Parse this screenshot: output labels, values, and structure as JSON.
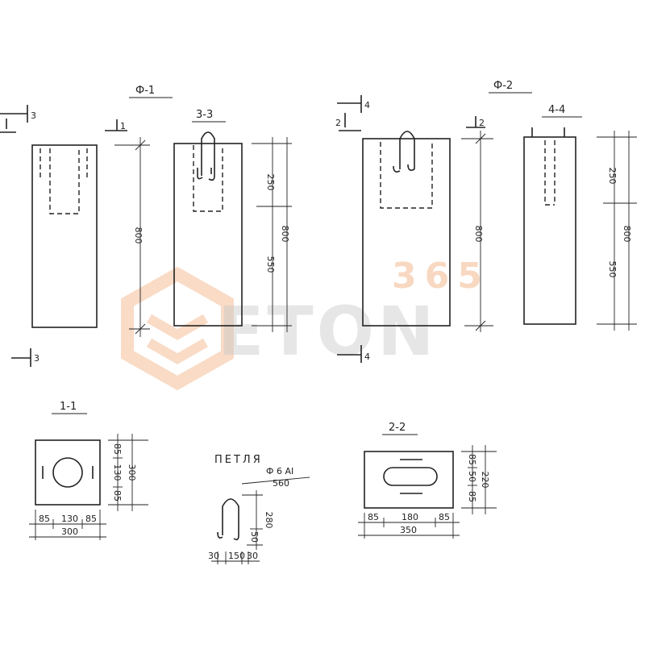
{
  "watermark": {
    "brand_number": "365",
    "brand_word": "ETON",
    "logo_color": "#f4b98f",
    "word_color": "#c8c8c8"
  },
  "views": {
    "f1_title": "Ф-1",
    "s33_title": "3-3",
    "f2_title": "Ф-2",
    "s44_title": "4-4",
    "s11_title": "1-1",
    "s22_title": "2-2",
    "loop_title": "ПЕТЛЯ"
  },
  "section_marks": {
    "m3_top": "3",
    "m3_bottom": "3",
    "m1": "1",
    "m4_top": "4",
    "m4_bottom": "4",
    "m2_left": "2",
    "m2_right": "2"
  },
  "dimensions": {
    "f1_height": "800",
    "s33_upper": "250",
    "s33_lower": "550",
    "s33_total": "800",
    "f2_height": "800",
    "s44_upper": "250",
    "s44_lower": "550",
    "s44_total": "800",
    "s11_v_top": "85",
    "s11_v_mid": "130",
    "s11_v_bot": "85",
    "s11_v_total": "300",
    "s11_h_left": "85",
    "s11_h_mid": "130",
    "s11_h_right": "85",
    "s11_h_total": "300",
    "s22_v_top": "85",
    "s22_v_mid": "50",
    "s22_v_bot": "85",
    "s22_v_total": "220",
    "s22_h_left": "85",
    "s22_h_mid": "180",
    "s22_h_right": "85",
    "s22_h_total": "350",
    "loop_spec": "Ф 6 АI",
    "loop_length": "560",
    "loop_height": "280",
    "loop_hook": "50",
    "loop_b1": "30",
    "loop_b2": "150",
    "loop_b3": "30"
  }
}
